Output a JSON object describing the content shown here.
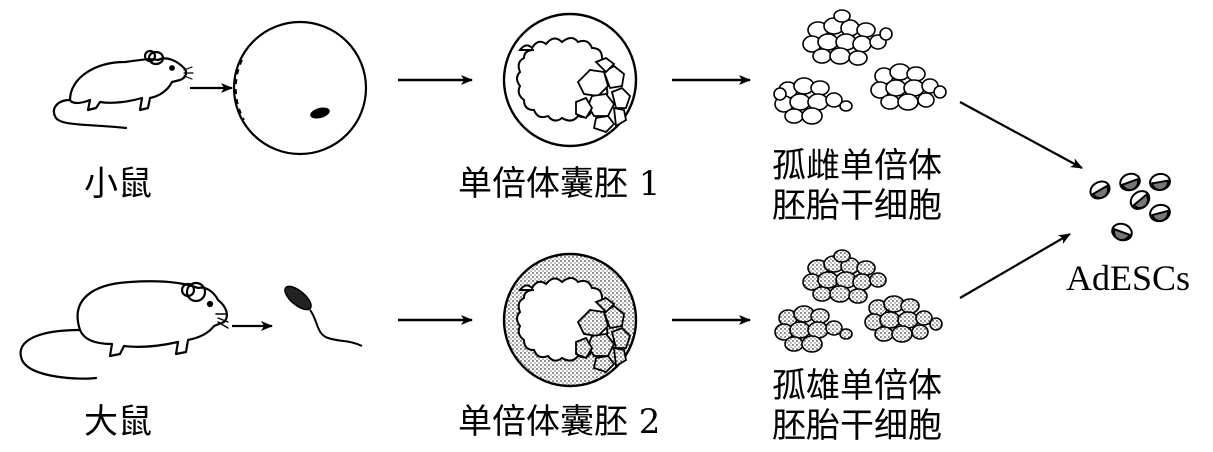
{
  "labels": {
    "mouse": "小鼠",
    "rat": "大鼠",
    "blastocyst1": "单倍体囊胚 1",
    "blastocyst2": "单倍体囊胚 2",
    "female_line1": "孤雌单倍体",
    "female_line2": "胚胎干细胞",
    "male_line1": "孤雄单倍体",
    "male_line2": "胚胎干细胞",
    "result": "AdESCs"
  },
  "colors": {
    "ink": "#000000",
    "stipple": "#9a9a9a",
    "background": "#ffffff"
  },
  "icons": {
    "mouse": "mouse-icon",
    "rat": "rat-icon",
    "egg": "egg-cell-icon",
    "sperm": "sperm-icon"
  }
}
